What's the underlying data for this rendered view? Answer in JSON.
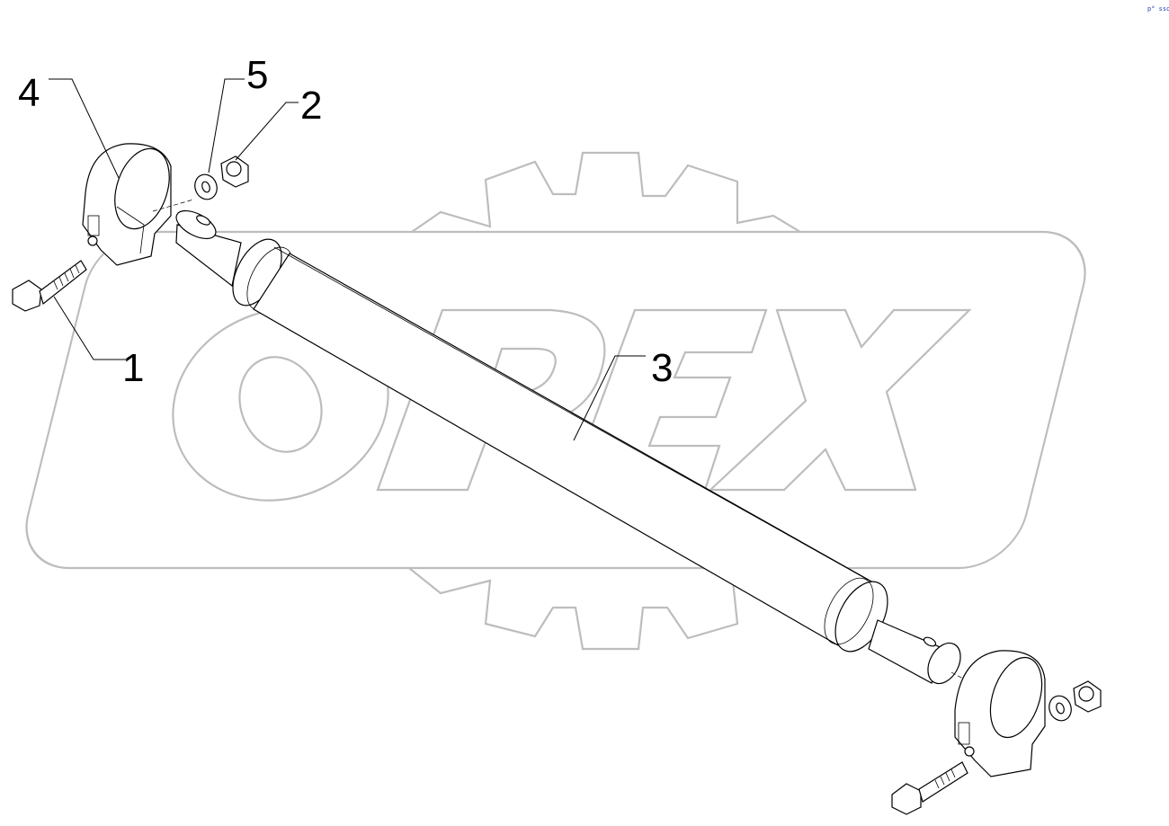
{
  "corner_code": "p° sso",
  "watermark": {
    "text": "OPEX",
    "color": "#bdbdbd"
  },
  "callouts": [
    {
      "id": "1",
      "label": "1",
      "part": "bolt"
    },
    {
      "id": "2",
      "label": "2",
      "part": "nut"
    },
    {
      "id": "3",
      "label": "3",
      "part": "shaft"
    },
    {
      "id": "4",
      "label": "4",
      "part": "clamp"
    },
    {
      "id": "5",
      "label": "5",
      "part": "washer"
    }
  ],
  "colors": {
    "line": "#000000",
    "watermark": "#bdbdbd",
    "code": "#1a3fb0"
  }
}
